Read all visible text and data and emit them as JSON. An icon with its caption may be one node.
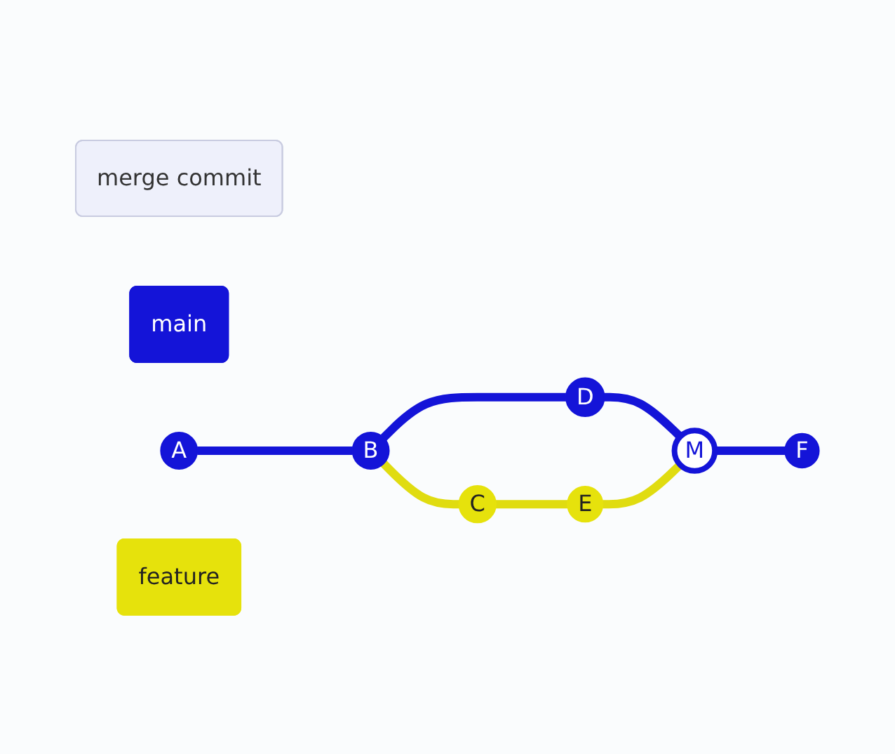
{
  "diagram": {
    "nodes": [
      {
        "text": [
          "merge commit"
        ]
      },
      {
        "text": [
          "main"
        ]
      },
      {
        "text": [
          "A"
        ]
      },
      {
        "text": [
          "B"
        ]
      },
      {
        "text": [
          "D"
        ]
      },
      {
        "text": [
          "M"
        ]
      },
      {
        "text": [
          "F"
        ]
      },
      {
        "text": [
          "feature"
        ]
      },
      {
        "text": [
          "C"
        ]
      },
      {
        "text": [
          "E"
        ]
      }
    ],
    "edges": [
      {
        "from": 2,
        "to": 3,
        "arrow": "none"
      },
      {
        "from": 3,
        "to": 4,
        "arrow": "none"
      },
      {
        "from": 4,
        "to": 5,
        "arrow": "none"
      },
      {
        "from": 5,
        "to": 6,
        "arrow": "none"
      },
      {
        "from": 3,
        "to": 8,
        "arrow": "none",
        "color": "#e0dc10"
      },
      {
        "from": 8,
        "to": 9,
        "arrow": "none",
        "color": "#e0dc10"
      },
      {
        "from": 9,
        "to": 5,
        "arrow": "none",
        "color": "#e0dc10"
      }
    ]
  }
}
